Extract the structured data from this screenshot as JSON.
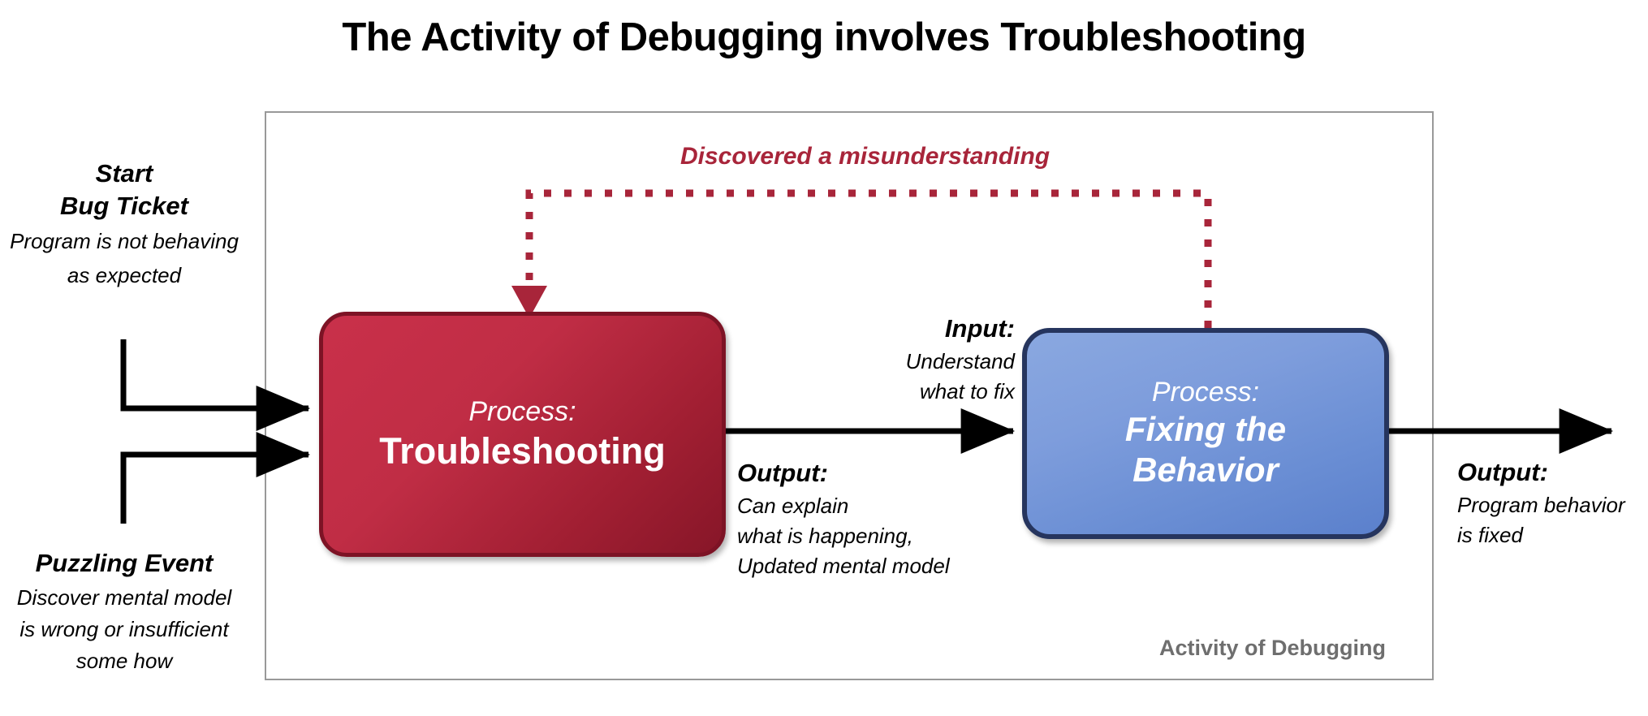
{
  "title": "The Activity of Debugging involves Troubleshooting",
  "frame": {
    "caption": "Activity of Debugging"
  },
  "boxes": {
    "troubleshooting": {
      "kicker": "Process:",
      "name": "Troubleshooting",
      "fill_light": "#c9304a",
      "fill_dark": "#871628",
      "border": "#7d1325"
    },
    "fixing": {
      "kicker": "Process:",
      "name_line1": "Fixing the",
      "name_line2": "Behavior",
      "fill_light": "#8aa8e0",
      "fill_dark": "#5b80cc",
      "border": "#26355e"
    }
  },
  "annotations": {
    "start": {
      "heading_line1": "Start",
      "heading_line2": "Bug Ticket",
      "body_line1": "Program is not behaving",
      "body_line2": "as expected"
    },
    "puzzling": {
      "heading": "Puzzling Event",
      "body_line1": "Discover mental model",
      "body_line2": "is wrong or insufficient",
      "body_line3": "some how"
    },
    "input_mid": {
      "heading": "Input:",
      "body_line1": "Understand",
      "body_line2": "what to fix"
    },
    "output_mid": {
      "heading": "Output:",
      "body_line1": "Can explain",
      "body_line2": "what is happening,",
      "body_line3": "Updated mental model"
    },
    "output_right": {
      "heading": "Output:",
      "body_line1": "Program behavior",
      "body_line2": "is fixed"
    },
    "feedback_loop": {
      "label": "Discovered a misunderstanding",
      "color": "#a8253a"
    }
  },
  "colors": {
    "frame_border": "#999999",
    "caption_text": "#6e6e6e",
    "arrow_black": "#000000",
    "loop_red": "#a8253a"
  }
}
